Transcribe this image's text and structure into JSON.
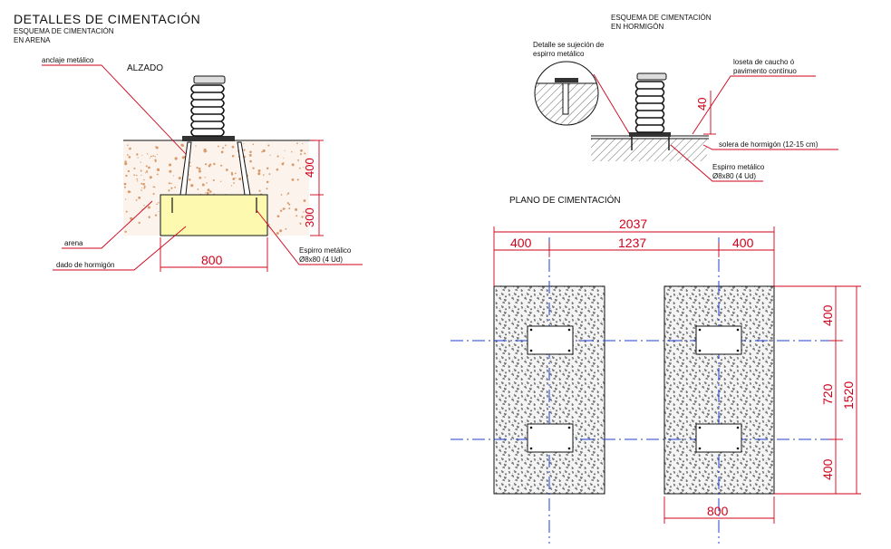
{
  "header": {
    "title": "DETALLES DE CIMENTACIÓN",
    "subtitle_line1": "ESQUEMA DE CIMENTACIÓN",
    "subtitle_line2": "EN ARENA"
  },
  "arena_detail": {
    "view_title": "ALZADO",
    "label_anchor": "anclaje metálico",
    "label_sand": "arena",
    "label_block": "dado de hormigón",
    "label_bolt_line1": "Espirro metálico",
    "label_bolt_line2": "Ø8x80 (4 Ud)",
    "dim_depth_upper": "400",
    "dim_depth_lower": "300",
    "dim_width": "800"
  },
  "concrete_detail": {
    "title_line1": "ESQUEMA DE CIMENTACIÓN",
    "title_line2": "EN HORMIGÓN",
    "label_fixing_line1": "Detalle se sujeción de",
    "label_fixing_line2": "espirro metálico",
    "label_tile_line1": "loseta de caucho ó",
    "label_tile_line2": "pavimento contínuo",
    "label_slab": "solera de hormigón (12-15 cm)",
    "label_bolt_line1": "Espirro metálico",
    "label_bolt_line2": "Ø8x80 (4 Ud)",
    "dim_height": "40"
  },
  "plan": {
    "title": "PLANO DE CIMENTACIÓN",
    "dim_total_width": "2037",
    "dim_left": "400",
    "dim_middle": "1237",
    "dim_right": "400",
    "dim_top": "400",
    "dim_center": "720",
    "dim_bottom": "400",
    "dim_total_height": "1520",
    "dim_block_width": "800"
  },
  "colors": {
    "dimension": "#d0001a",
    "axis": "#1f3fd6",
    "concrete_fill": "#fdfab0",
    "sand_dots": "#d89a6a",
    "line": "#111111"
  }
}
